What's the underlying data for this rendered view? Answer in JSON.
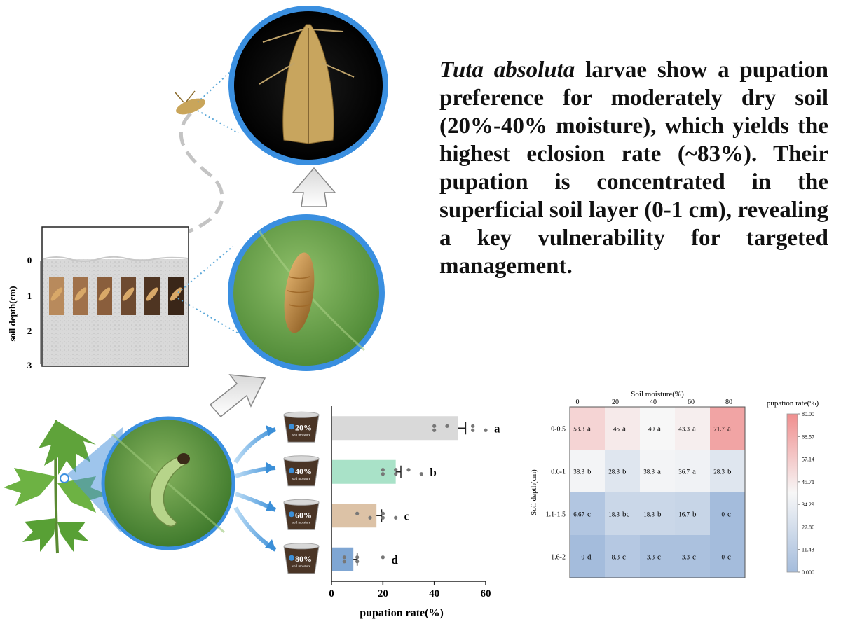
{
  "summary": {
    "species": "Tuta absoluta",
    "text": " larvae show a pupation preference for moderately dry soil (20%-40% moisture), which yields the highest eclosion rate (~83%). Their pupation is concentrated in the superficial soil layer (0-1 cm), revealing a key vulnerability for targeted management."
  },
  "soil_diagram": {
    "axis_label": "soil depth(cm)",
    "ticks": [
      "0",
      "1",
      "2",
      "3"
    ]
  },
  "bar_chart": {
    "type": "bar",
    "orientation": "horizontal",
    "xlabel": "pupation rate(%)",
    "xticks": [
      "0",
      "20",
      "40",
      "60"
    ],
    "xlim": [
      0,
      60
    ],
    "categories": [
      "20% soil moisture",
      "40% soil moisture",
      "60% soil moisture",
      "80% soil moisture"
    ],
    "cup_labels": [
      {
        "pct": "20%",
        "sub": "soil moisture"
      },
      {
        "pct": "40%",
        "sub": "soil moisture"
      },
      {
        "pct": "60%",
        "sub": "soil moisture"
      },
      {
        "pct": "80%",
        "sub": "soil moisture"
      }
    ],
    "values": [
      49.2,
      25.0,
      17.5,
      8.5
    ],
    "errors": [
      3.0,
      2.0,
      2.0,
      1.5
    ],
    "points": [
      [
        40,
        40,
        45,
        55,
        55,
        60
      ],
      [
        20,
        20,
        25,
        25,
        30,
        35
      ],
      [
        10,
        15,
        20,
        20,
        20,
        25
      ],
      [
        5,
        5,
        10,
        10,
        20
      ]
    ],
    "letters": [
      "a",
      "b",
      "c",
      "d"
    ],
    "colors": [
      "#d9d9d9",
      "#a9e2c8",
      "#dcc2a6",
      "#7fa6d3"
    ]
  },
  "heatmap": {
    "type": "heatmap",
    "xlabel": "Soil moisture(%)",
    "ylabel": "Soil depth(cm)",
    "xticks": [
      "0",
      "20",
      "40",
      "60",
      "80"
    ],
    "yticks": [
      "0-0.5",
      "0.6-1",
      "1.1-1.5",
      "1.6-2"
    ],
    "cells": [
      [
        {
          "v": "53.3",
          "l": "a",
          "n": 53.3
        },
        {
          "v": "45",
          "l": "a",
          "n": 45
        },
        {
          "v": "40",
          "l": "a",
          "n": 40
        },
        {
          "v": "43.3",
          "l": "a",
          "n": 43.3
        },
        {
          "v": "71.7",
          "l": "a",
          "n": 71.7
        }
      ],
      [
        {
          "v": "38.3",
          "l": "b",
          "n": 38.3
        },
        {
          "v": "28.3",
          "l": "b",
          "n": 28.3
        },
        {
          "v": "38.3",
          "l": "a",
          "n": 38.3
        },
        {
          "v": "36.7",
          "l": "a",
          "n": 36.7
        },
        {
          "v": "28.3",
          "l": "b",
          "n": 28.3
        }
      ],
      [
        {
          "v": "6.67",
          "l": "c",
          "n": 6.67
        },
        {
          "v": "18.3",
          "l": "bc",
          "n": 18.3
        },
        {
          "v": "18.3",
          "l": "b",
          "n": 18.3
        },
        {
          "v": "16.7",
          "l": "b",
          "n": 16.7
        },
        {
          "v": "0",
          "l": "c",
          "n": 0
        }
      ],
      [
        {
          "v": "0",
          "l": "d",
          "n": 0
        },
        {
          "v": "8.3",
          "l": "c",
          "n": 8.3
        },
        {
          "v": "3.3",
          "l": "c",
          "n": 3.3
        },
        {
          "v": "3.3",
          "l": "c",
          "n": 3.3
        },
        {
          "v": "0",
          "l": "c",
          "n": 0
        }
      ]
    ],
    "colorbar": {
      "title": "pupation rate(%)",
      "ticks": [
        "80.00",
        "68.57",
        "57.14",
        "45.71",
        "34.29",
        "22.86",
        "11.43",
        "0.000"
      ],
      "range": [
        0,
        80
      ],
      "colors": {
        "low": "#a4bcdc",
        "mid": "#f7f7f7",
        "high": "#f08e8e"
      }
    }
  }
}
